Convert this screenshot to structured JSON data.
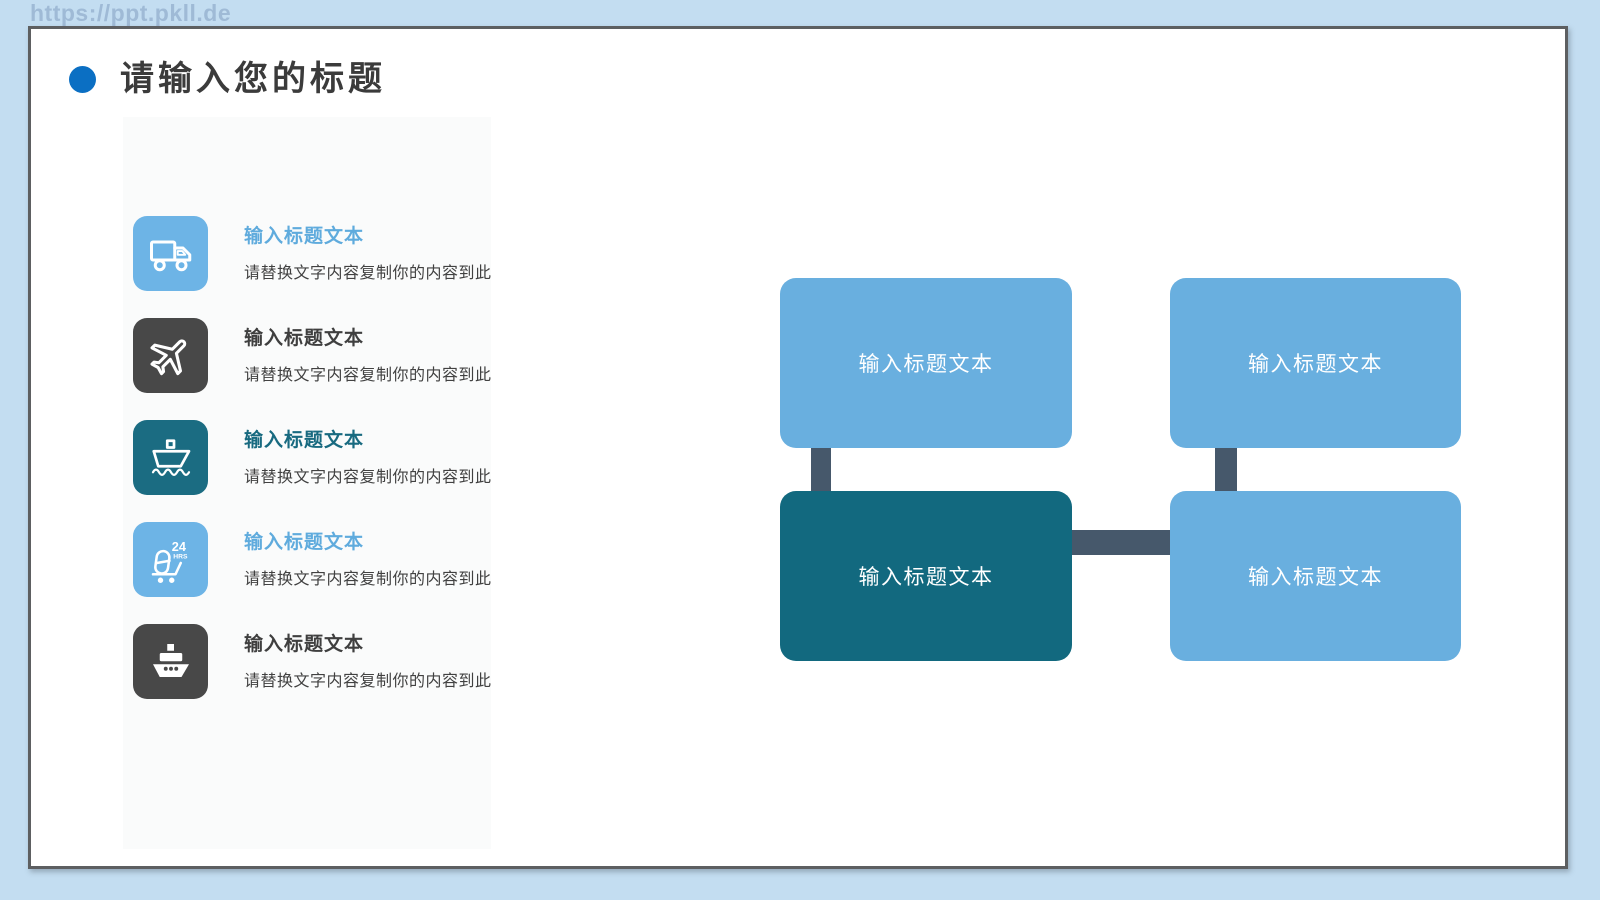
{
  "watermark": "https://ppt.pkll.de",
  "slide": {
    "title": "请输入您的标题"
  },
  "list": {
    "items": [
      {
        "icon": "truck-icon",
        "variant": "blue",
        "title": "输入标题文本",
        "desc": "请替换文字内容复制你的内容到此"
      },
      {
        "icon": "airplane-icon",
        "variant": "dark",
        "title": "输入标题文本",
        "desc": "请替换文字内容复制你的内容到此"
      },
      {
        "icon": "ship-icon",
        "variant": "teal",
        "title": "输入标题文本",
        "desc": "请替换文字内容复制你的内容到此"
      },
      {
        "icon": "cart-24hrs-icon",
        "variant": "blue",
        "title": "输入标题文本",
        "desc": "请替换文字内容复制你的内容到此"
      },
      {
        "icon": "boat-icon",
        "variant": "dark",
        "title": "输入标题文本",
        "desc": "请替换文字内容复制你的内容到此"
      }
    ]
  },
  "diagram": {
    "boxes": [
      {
        "label": "输入标题文本",
        "variant": "blue",
        "position": "top-left"
      },
      {
        "label": "输入标题文本",
        "variant": "blue",
        "position": "top-right"
      },
      {
        "label": "输入标题文本",
        "variant": "teal",
        "position": "bottom-left"
      },
      {
        "label": "输入标题文本",
        "variant": "blue",
        "position": "bottom-right"
      }
    ]
  },
  "colors": {
    "page_background": "#c3ddf1",
    "slide_border": "#5d5f61",
    "title_bullet": "#0b6fc3",
    "title_text": "#3b3b3b",
    "light_blue": "#69afdf",
    "icon_light_blue": "#6db4e6",
    "teal": "#12697f",
    "dark_gray": "#484848",
    "connector": "#46586b",
    "watermark_text": "#9fbad6"
  }
}
